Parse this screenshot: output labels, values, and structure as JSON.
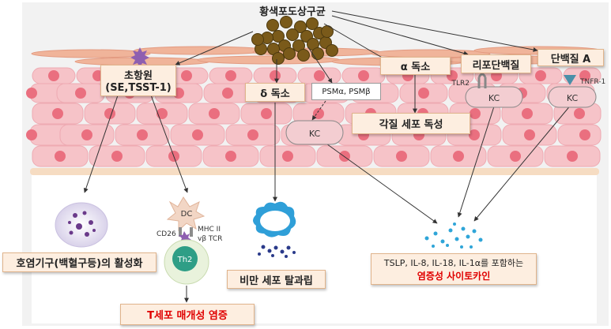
{
  "title": "황색포도상구균",
  "boxes": {
    "superantigen_line1": "초항원",
    "superantigen_line2": "(SE,TSST-1)",
    "delta_toxin": "δ 독소",
    "psm": "PSMα, PSMβ",
    "alpha_toxin": "α 독소",
    "lipoprotein": "리포단백질",
    "protein_a": "단백질 A",
    "keratinocyte_toxicity": "각질 세포 독성",
    "granulocyte_activation": "호염기구(백혈구등)의 활성화",
    "mast_cell_degranulation": "비만 세포 탈과립",
    "t_cell_inflammation": "T세포 매개성 염증",
    "cytokine_line1": "TSLP, IL-8, IL-18, IL-1α를 포함하는",
    "cytokine_line2": "염증성 사이토카인"
  },
  "cells": {
    "kc": "KC",
    "dc": "DC",
    "th2": "Th2"
  },
  "receptors": {
    "tlr2": "TLR2",
    "tnfr1": "TNFR-1",
    "cd26": "CD26",
    "mhc2": "MHC II",
    "vbeta_tcr": "vβ TCR"
  },
  "colors": {
    "box_fill": "#fdeee0",
    "box_border": "#e0b48c",
    "skin_cell": "#f6c3c8",
    "nucleus": "#ea6f7f",
    "bacteria": "#7a5a1a",
    "emphasis_red": "#e00000",
    "cytokine_dot": "#2fa5d8"
  }
}
